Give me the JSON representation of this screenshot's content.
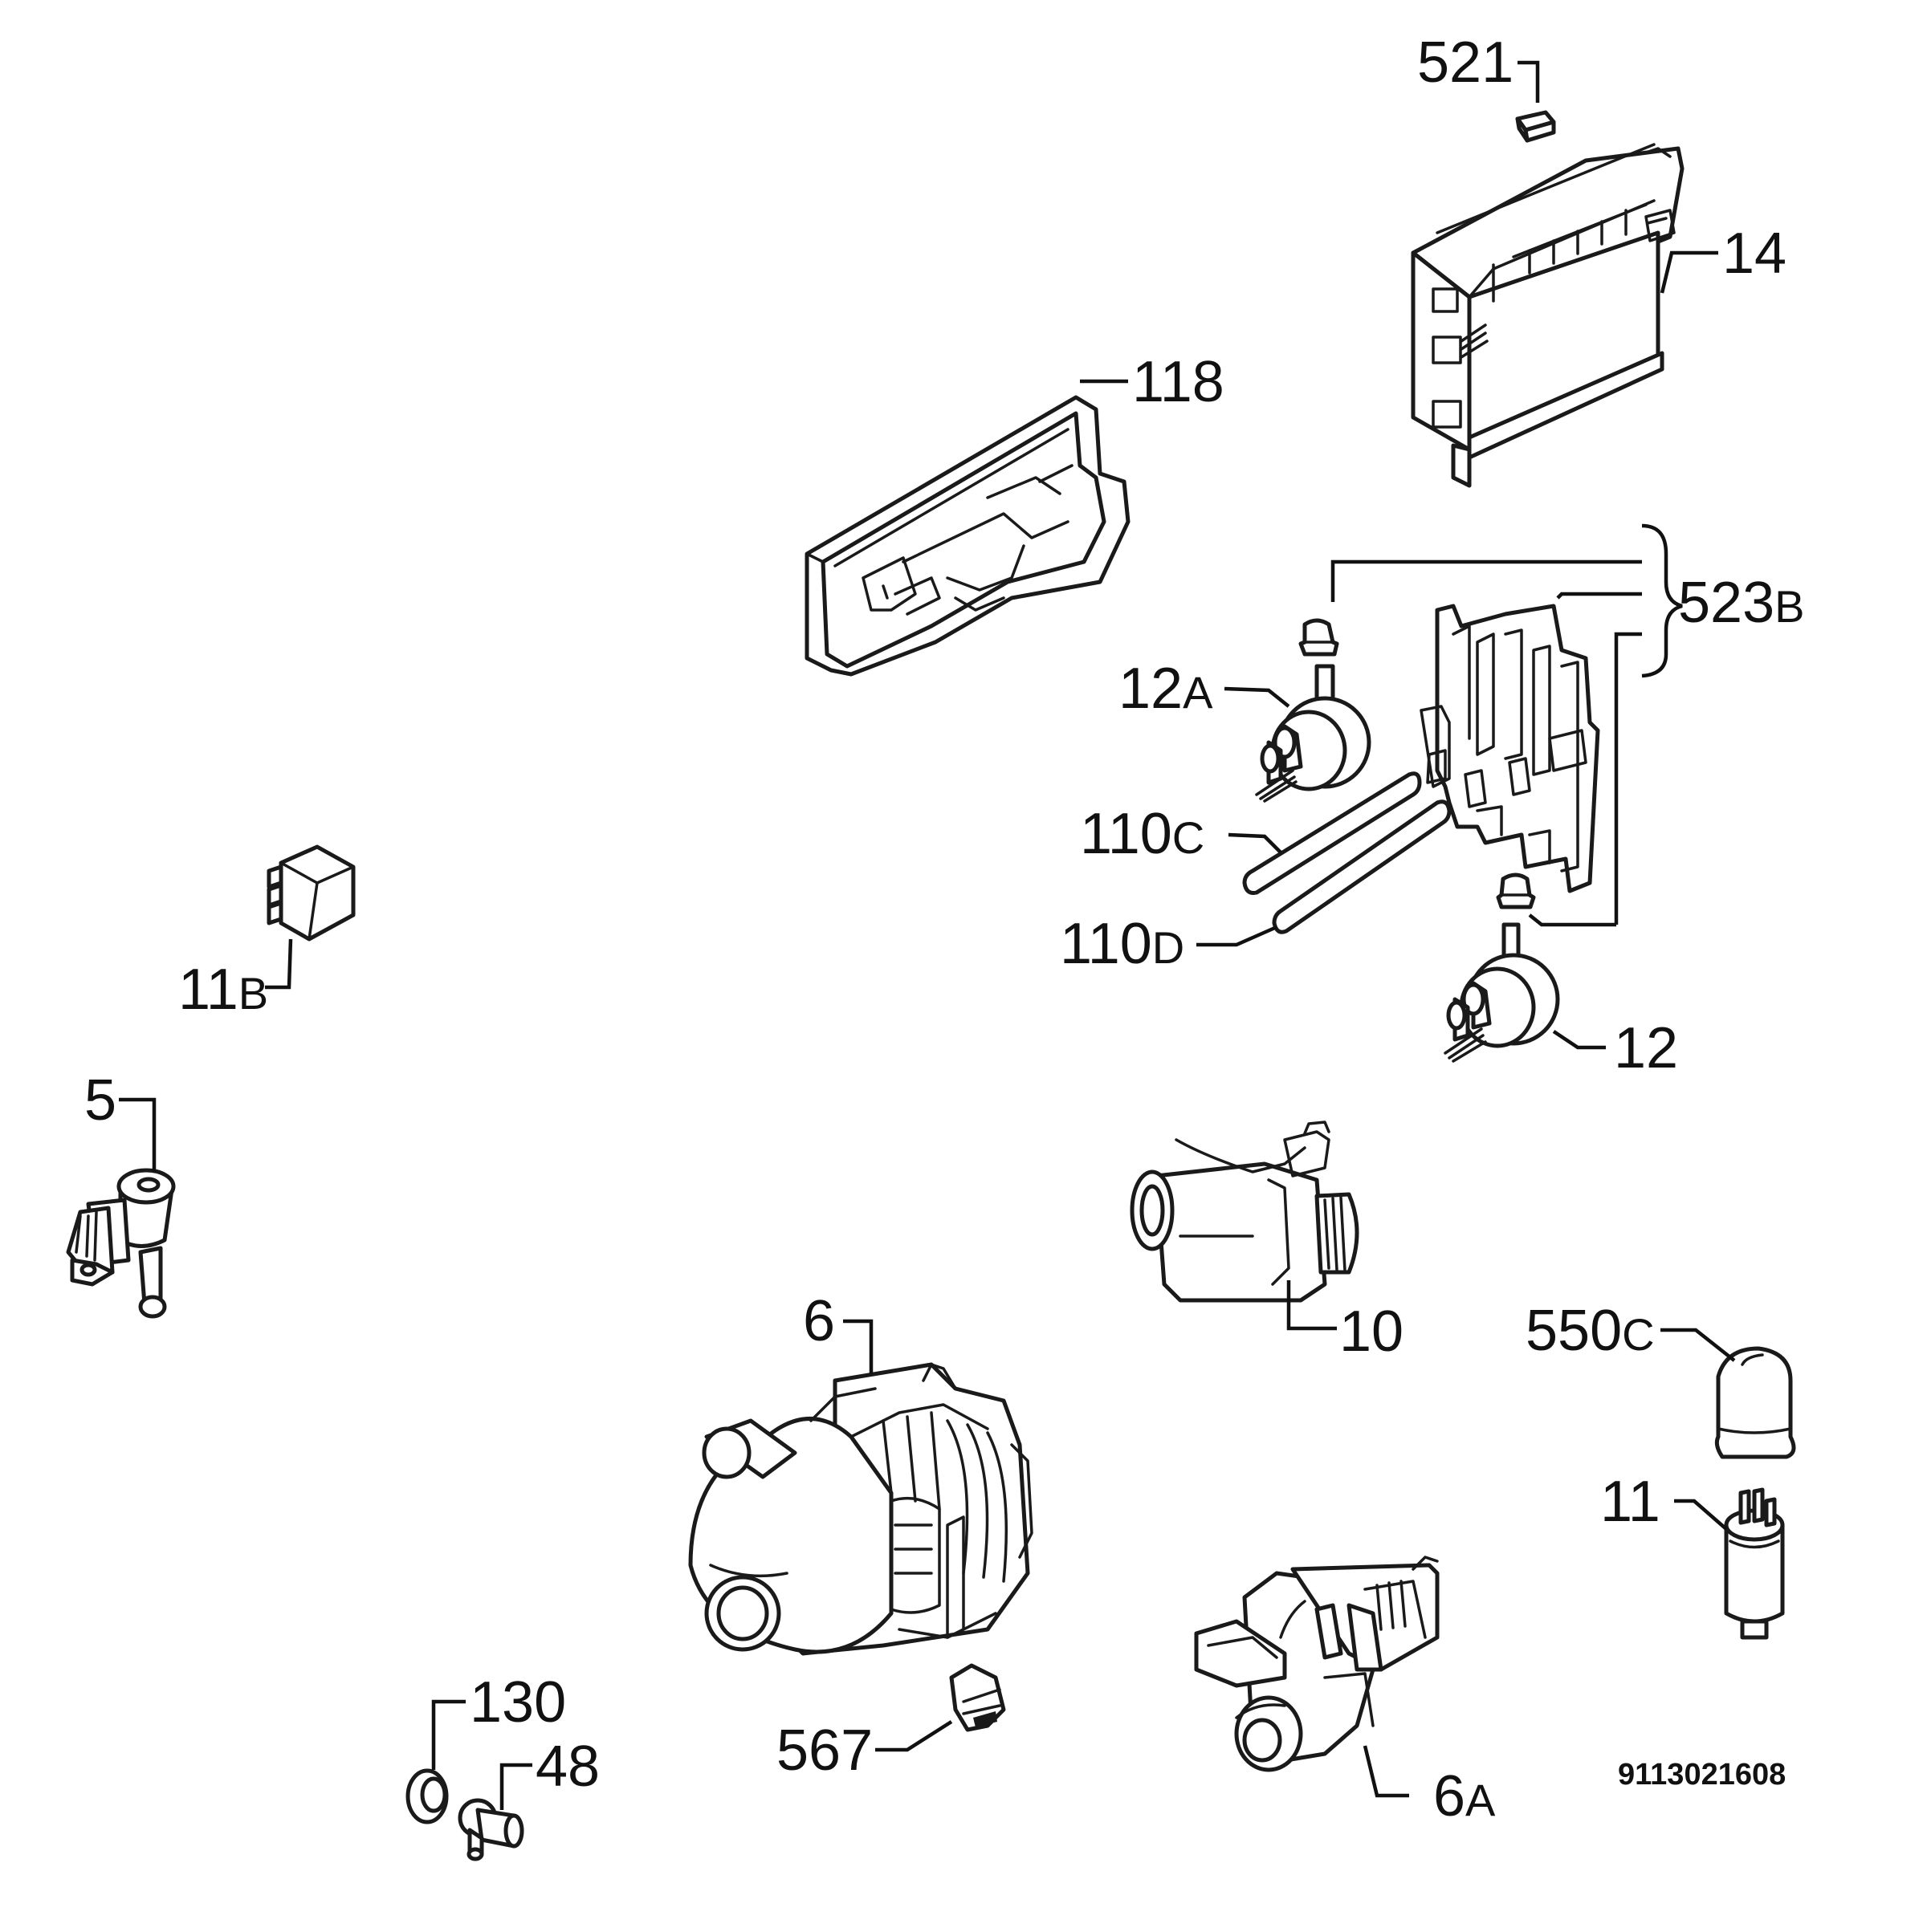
{
  "callouts": [
    {
      "id": "p521",
      "number": "521",
      "suffix": ""
    },
    {
      "id": "p14",
      "number": "14",
      "suffix": ""
    },
    {
      "id": "p118",
      "number": "118",
      "suffix": ""
    },
    {
      "id": "p523b",
      "number": "523",
      "suffix": "B"
    },
    {
      "id": "p12a",
      "number": "12",
      "suffix": "A"
    },
    {
      "id": "p110c",
      "number": "110",
      "suffix": "C"
    },
    {
      "id": "p110d",
      "number": "110",
      "suffix": "D"
    },
    {
      "id": "p12",
      "number": "12",
      "suffix": ""
    },
    {
      "id": "p11b",
      "number": "11",
      "suffix": "B"
    },
    {
      "id": "p5",
      "number": "5",
      "suffix": ""
    },
    {
      "id": "p10",
      "number": "10",
      "suffix": ""
    },
    {
      "id": "p550c",
      "number": "550",
      "suffix": "C"
    },
    {
      "id": "p6",
      "number": "6",
      "suffix": ""
    },
    {
      "id": "p11",
      "number": "11",
      "suffix": ""
    },
    {
      "id": "p130",
      "number": "130",
      "suffix": ""
    },
    {
      "id": "p48",
      "number": "48",
      "suffix": ""
    },
    {
      "id": "p567",
      "number": "567",
      "suffix": ""
    },
    {
      "id": "p6a",
      "number": "6",
      "suffix": "A"
    }
  ],
  "diagram_code": "9113021608"
}
